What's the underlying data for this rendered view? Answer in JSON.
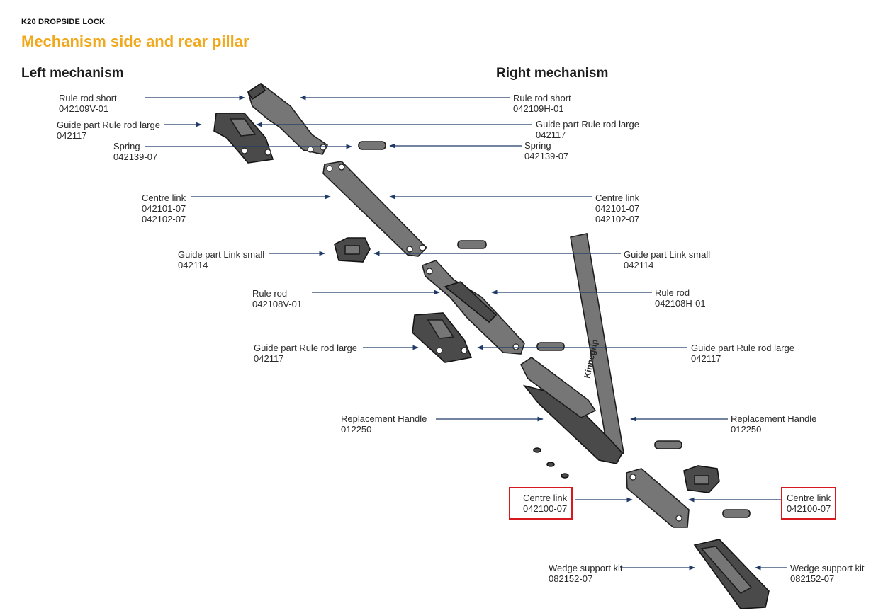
{
  "header": {
    "eyebrow": "K20 DROPSIDE LOCK",
    "title": "Mechanism side and rear pillar"
  },
  "columns": {
    "left": "Left mechanism",
    "right": "Right mechanism"
  },
  "handle_brand": "Kinnegrip",
  "left_labels": [
    {
      "name": "Rule rod short",
      "code": "042109V-01"
    },
    {
      "name": "Guide part Rule rod large",
      "code": "042117"
    },
    {
      "name": "Spring",
      "code": "042139-07"
    },
    {
      "name": "Centre link",
      "code": "042101-07",
      "code2": "042102-07"
    },
    {
      "name": "Guide part Link small",
      "code": "042114"
    },
    {
      "name": "Rule rod",
      "code": "042108V-01"
    },
    {
      "name": "Guide part Rule rod large",
      "code": "042117"
    },
    {
      "name": "Replacement Handle",
      "code": "012250"
    },
    {
      "name": "Centre link",
      "code": "042100-07"
    },
    {
      "name": "Wedge support kit",
      "code": "082152-07"
    }
  ],
  "right_labels": [
    {
      "name": "Rule rod short",
      "code": "042109H-01"
    },
    {
      "name": "Guide part Rule rod large",
      "code": "042117"
    },
    {
      "name": "Spring",
      "code": "042139-07"
    },
    {
      "name": "Centre link",
      "code": "042101-07",
      "code2": "042102-07"
    },
    {
      "name": "Guide part Link small",
      "code": "042114"
    },
    {
      "name": "Rule rod",
      "code": "042108H-01"
    },
    {
      "name": "Guide part Rule rod large",
      "code": "042117"
    },
    {
      "name": "Replacement Handle",
      "code": "012250"
    },
    {
      "name": "Centre link",
      "code": "042100-07"
    },
    {
      "name": "Wedge support kit",
      "code": "082152-07"
    }
  ],
  "colors": {
    "title": "#f0a81c",
    "leader": "#1f3a66",
    "highlight": "#d7191f"
  }
}
